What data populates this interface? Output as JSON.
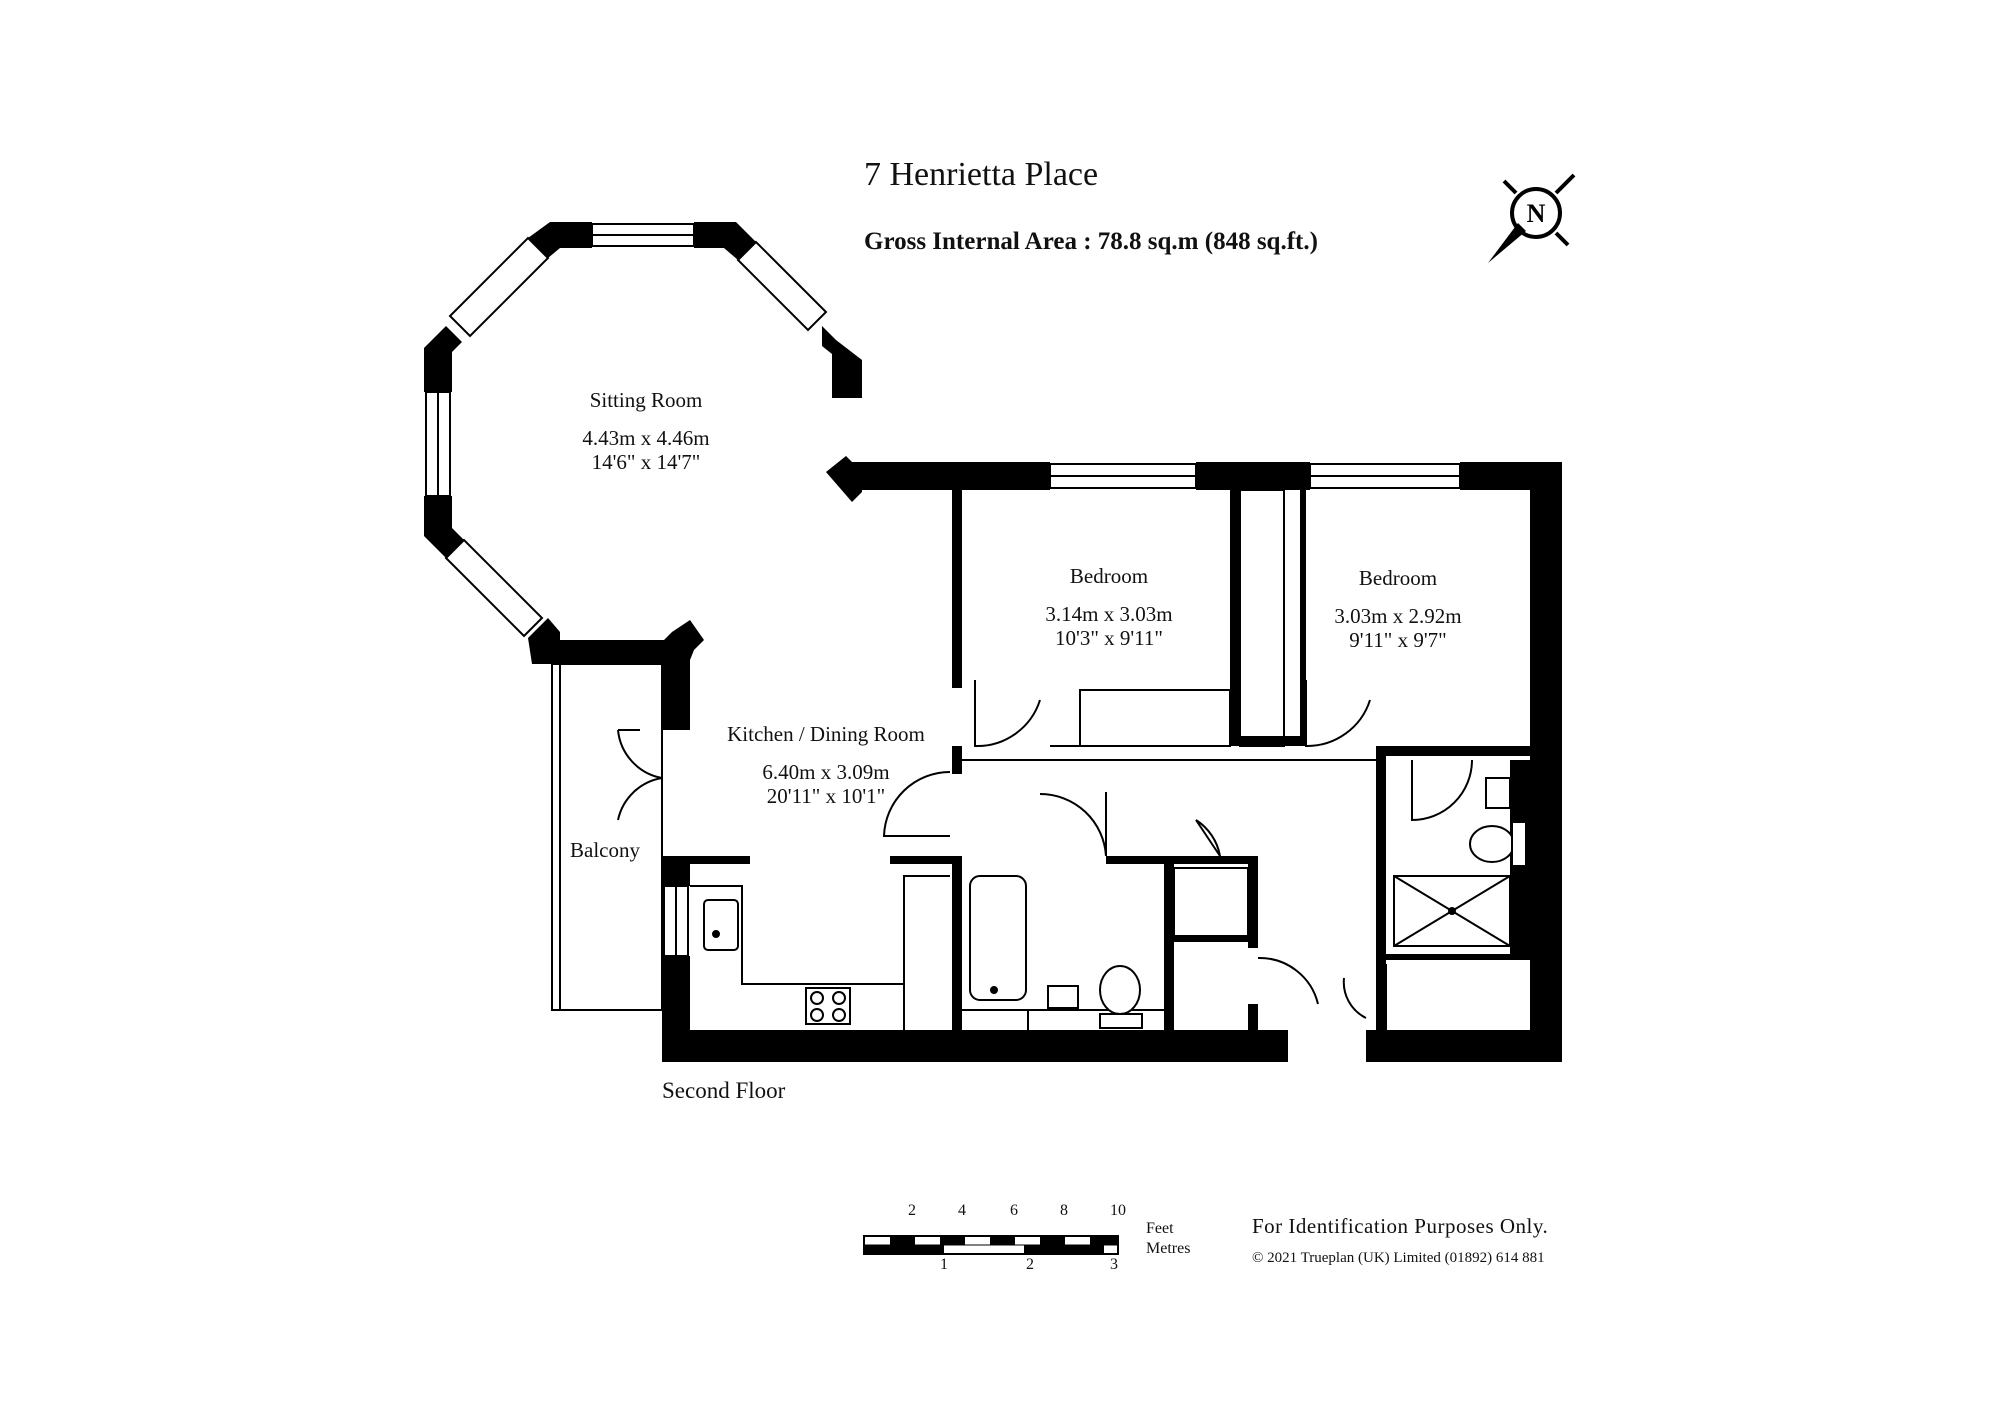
{
  "header": {
    "title": "7 Henrietta Place",
    "area_label": "Gross Internal Area  :  78.8 sq.m   (848 sq.ft.)"
  },
  "rooms": {
    "sitting": {
      "name": "Sitting Room",
      "metric": "4.43m  x  4.46m",
      "imperial": "14'6\"  x  14'7\""
    },
    "bedroom1": {
      "name": "Bedroom",
      "metric": "3.14m  x  3.03m",
      "imperial": "10'3\"  x  9'11\""
    },
    "bedroom2": {
      "name": "Bedroom",
      "metric": "3.03m  x  2.92m",
      "imperial": "9'11\"  x  9'7\""
    },
    "kitchen": {
      "name": "Kitchen / Dining Room",
      "metric": "6.40m  x  3.09m",
      "imperial": "20'11\"  x  10'1\""
    },
    "balcony": {
      "name": "Balcony"
    }
  },
  "floor_label": "Second Floor",
  "scale": {
    "feet_ticks": [
      "2",
      "4",
      "6",
      "8",
      "10"
    ],
    "metre_ticks": [
      "1",
      "2",
      "3"
    ],
    "feet_label": "Feet",
    "metres_label": "Metres"
  },
  "footer": {
    "identification": "For Identification Purposes Only.",
    "copyright": "© 2021 Trueplan (UK) Limited  (01892) 614 881"
  },
  "compass": {
    "icon": "compass-north-icon",
    "letter": "N"
  },
  "colors": {
    "wall": "#000000",
    "background": "#ffffff"
  }
}
